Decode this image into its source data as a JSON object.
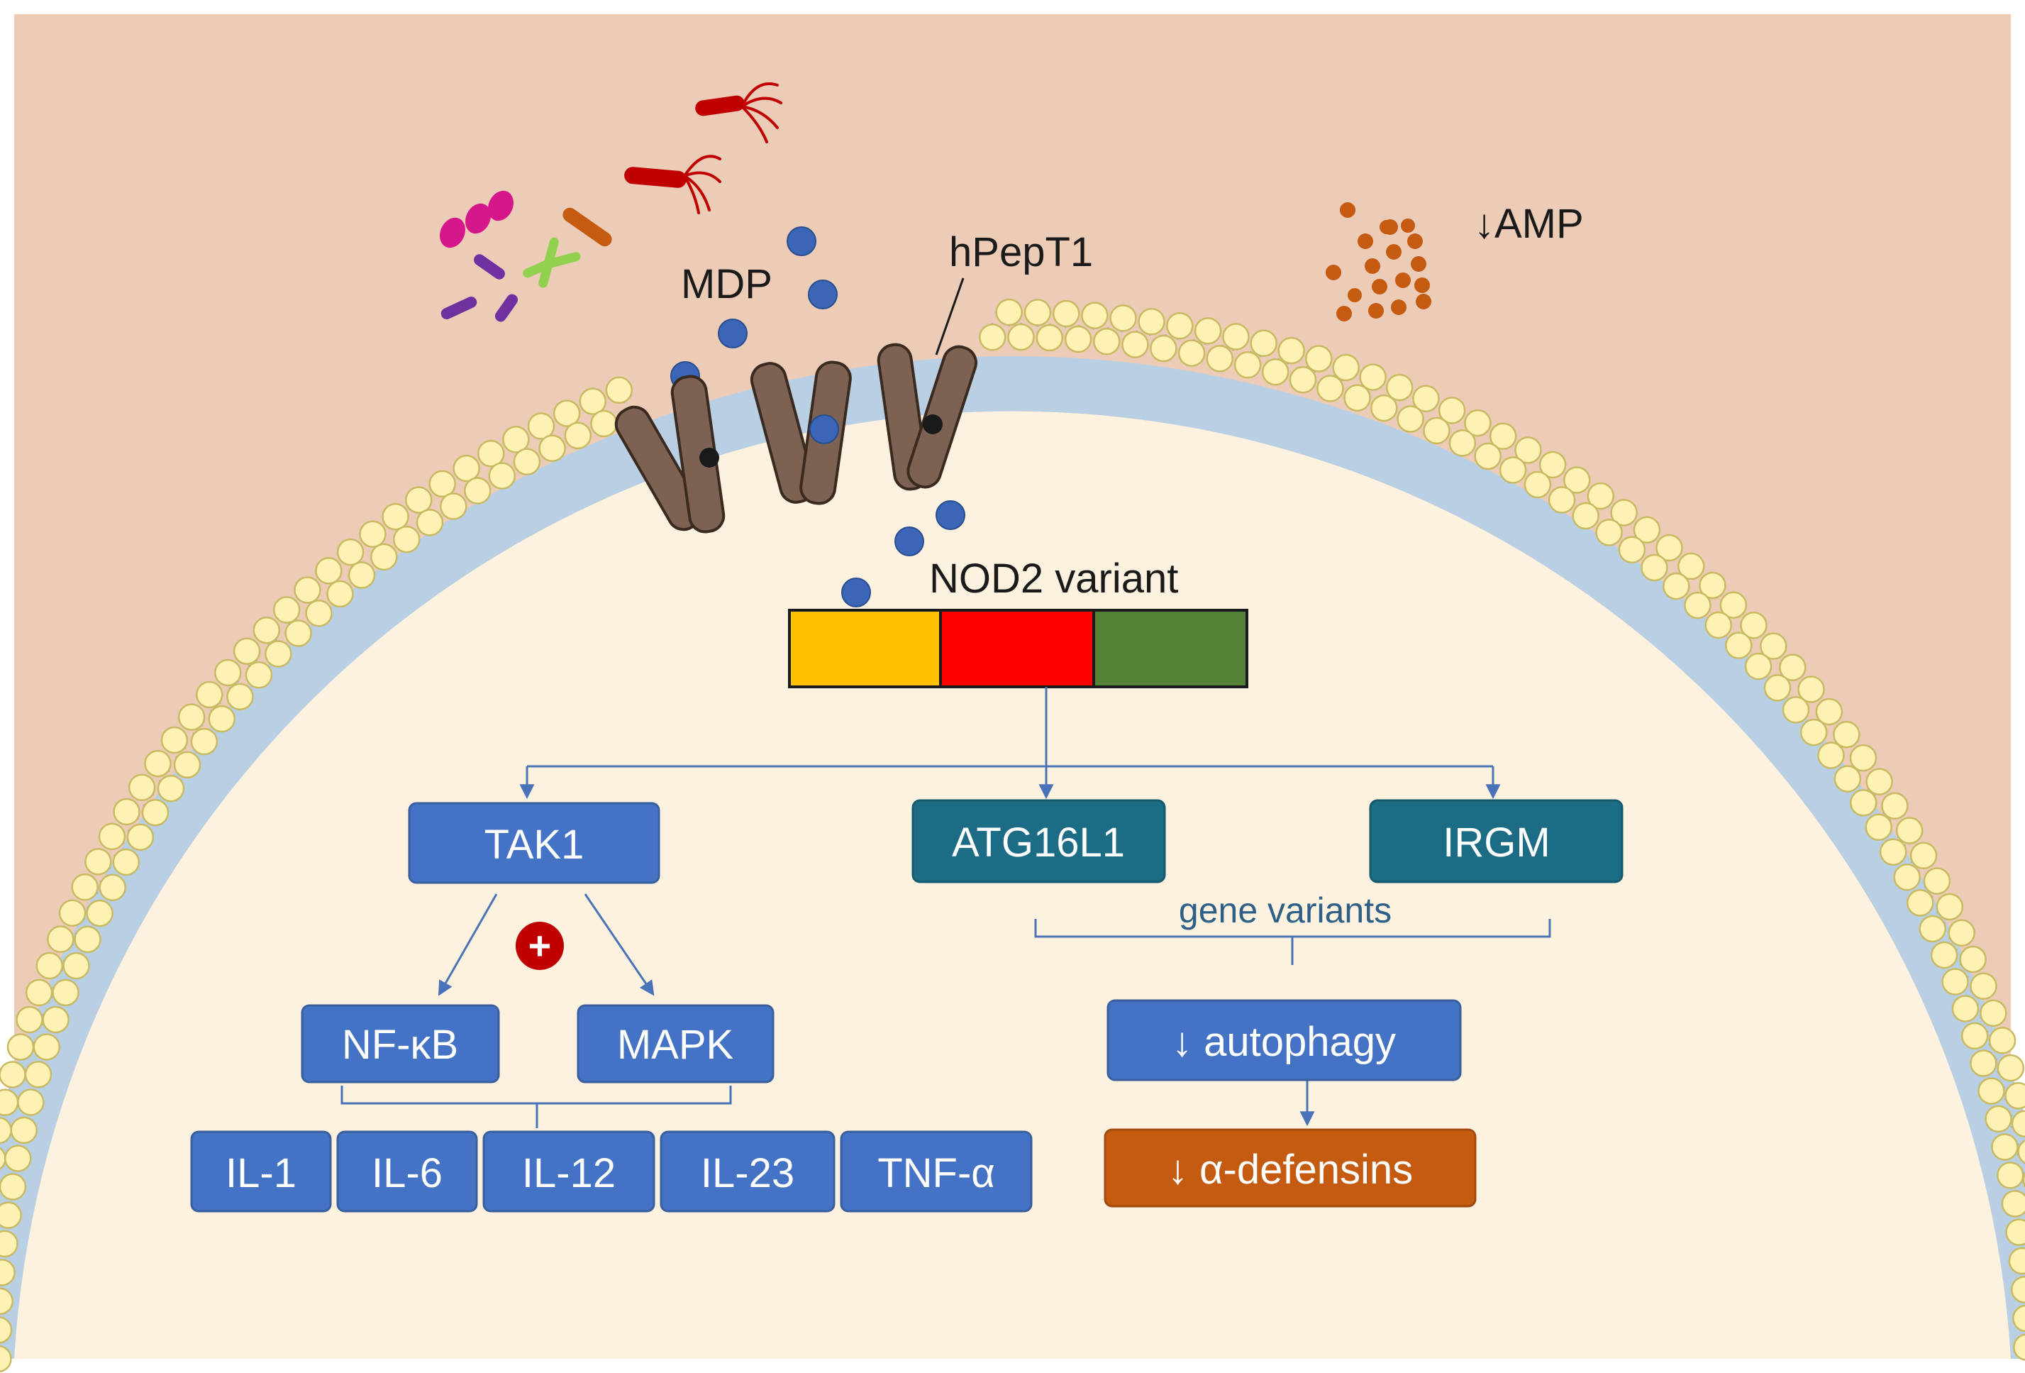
{
  "labels": {
    "mdp": "MDP",
    "transporter": "hPepT1",
    "amp": "↓AMP",
    "nod2": "NOD2 variant",
    "gene_variants": "gene variants"
  },
  "boxes": {
    "tak1": "TAK1",
    "atg16l1": "ATG16L1",
    "irgm": "IRGM",
    "nfkb": "NF-κB",
    "mapk": "MAPK",
    "autophagy": "↓ autophagy",
    "defensins": "↓ α-defensins"
  },
  "cytokines": [
    "IL-1",
    "IL-6",
    "IL-12",
    "IL-23",
    "TNF-α"
  ],
  "plus_symbol": "+",
  "nod2_domains": [
    "#ffc000",
    "#ff0000",
    "#538135"
  ],
  "colors": {
    "outside_bg": "#ecccb6",
    "cytoplasm": "#fdf2df",
    "lipid_head": "#fdf2b4",
    "lipid_head_stroke": "#c9ba62",
    "membrane_core": "#b9cfe4",
    "blue_box": "#4472c4",
    "teal_box": "#1b6c84",
    "orange_box": "#c55a11",
    "arrow": "#4a72b8",
    "mdp_dot": "#3b66b8",
    "protein": "#7d6253",
    "amp_dot": "#c55a11",
    "plus_badge": "#c00000"
  },
  "icons": [
    "bacteria-icon",
    "transporter-protein-icon",
    "lipid-bilayer-icon",
    "antimicrobial-peptide-icon",
    "plus-icon"
  ]
}
